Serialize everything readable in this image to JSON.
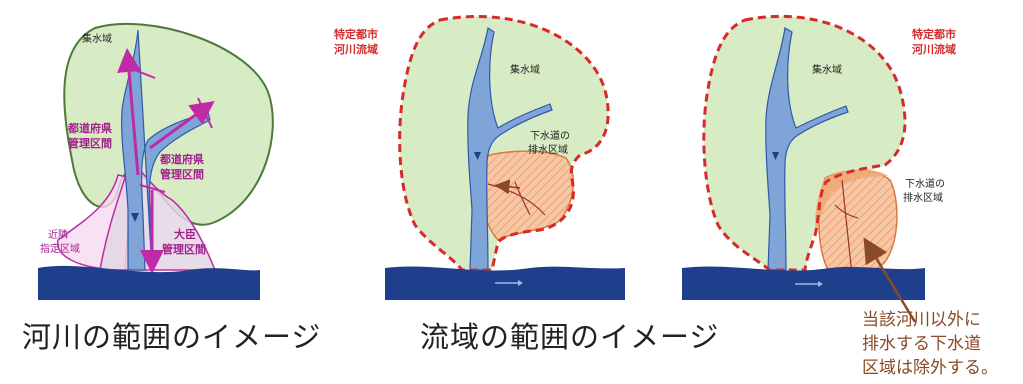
{
  "panel_left": {
    "catchment_label": "集水域",
    "pref_section_label_1": [
      "都道府県",
      "管理区間"
    ],
    "pref_section_label_2": [
      "都道府県",
      "管理区間"
    ],
    "minister_section_label": [
      "大臣",
      "管理区間"
    ],
    "nearby_area_label": [
      "近隣",
      "指定区域"
    ]
  },
  "panel_middle": {
    "city_river_basin_label": [
      "特定都市",
      "河川流域"
    ],
    "catchment_label": "集水域",
    "sewer_area_label": [
      "下水道の",
      "排水区域"
    ]
  },
  "panel_right": {
    "city_river_basin_label": [
      "特定都市",
      "河川流域"
    ],
    "catchment_label": "集水域",
    "sewer_area_label": [
      "下水道の",
      "排水区域"
    ]
  },
  "captions": {
    "left": "河川の範囲のイメージ",
    "right": "流域の範囲のイメージ"
  },
  "note": [
    "当該河川以外に",
    "排水する下水道",
    "区域は除外する。"
  ],
  "colors": {
    "catchment_fill": "#d7ebc4",
    "catchment_stroke": "#4d7a3a",
    "river_fill": "#7ea4d8",
    "river_stroke": "#2f5aa8",
    "sea_fill": "#1f3f8c",
    "basin_boundary": "#d62b2b",
    "sewer_fill": "#f3b98e",
    "section_magenta": "#c02aa8",
    "label_magenta": "#a3218f",
    "label_red": "#d62b2b",
    "note_brown": "#8a4a25"
  }
}
